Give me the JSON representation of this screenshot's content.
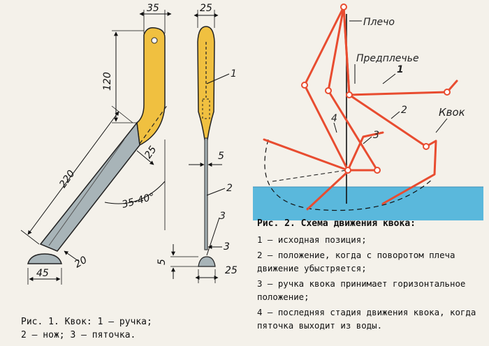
{
  "fig1": {
    "dims": {
      "d35": "35",
      "d25_top": "25",
      "d120": "120",
      "d220": "220",
      "d25_blade": "25",
      "angle": "35-40°",
      "d20": "20",
      "d45": "45",
      "d5_side": "5",
      "d5_heel": "5",
      "d3": "3",
      "d25_bottom": "25"
    },
    "parts": {
      "p1": "1",
      "p2": "2",
      "p3": "3"
    },
    "caption": {
      "line1": "Рис. 1. Квок: 1 – ручка;",
      "line2": "2 – нож; 3 – пяточка."
    }
  },
  "fig2": {
    "labels": {
      "shoulder": "Плечо",
      "forearm": "Предплечье",
      "kvok": "Квок",
      "pos1": "1",
      "pos2": "2",
      "pos3": "3",
      "pos4": "4"
    },
    "title": "Рис. 2. Схема движения квока:",
    "legend": [
      "1 – исходная позиция;",
      "2 – положение, когда с поворотом плеча движение убыстряется;",
      "3 – ручка квока принимает горизонтальное положение;",
      "4 – последняя стадия движения квока, когда пяточка выходит из воды."
    ]
  },
  "colors": {
    "handle": "#f0c040",
    "blade": "#a8b4b8",
    "water": "#5ab8dc",
    "arm": "#e84c30",
    "ink": "#111111"
  }
}
